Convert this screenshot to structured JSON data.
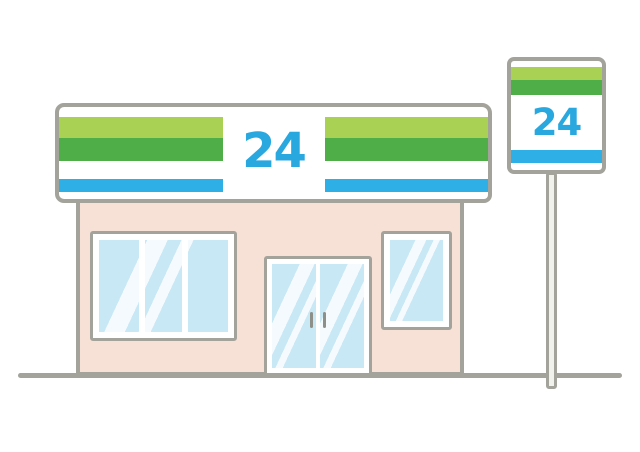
{
  "illustration": {
    "description": "Hand-drawn style illustration of a 24-hour convenience store with striped signage, storefront windows, double glass doors and a roadside pole sign",
    "storefront_sign": {
      "label": "24"
    },
    "pole_sign": {
      "label": "24"
    },
    "colors": {
      "stripe_yellow_green": "#a9d153",
      "stripe_green": "#4fae47",
      "stripe_blue": "#2eb0e6",
      "sign_text_blue": "#29a8e0",
      "wall_pink": "#f7e1d6",
      "glass_blue": "#c8e8f6",
      "frame_white": "#ffffff",
      "outline_gray": "#a3a39c",
      "pole_gray": "#f2f2ec",
      "handle_gray": "#8f8f89"
    }
  }
}
